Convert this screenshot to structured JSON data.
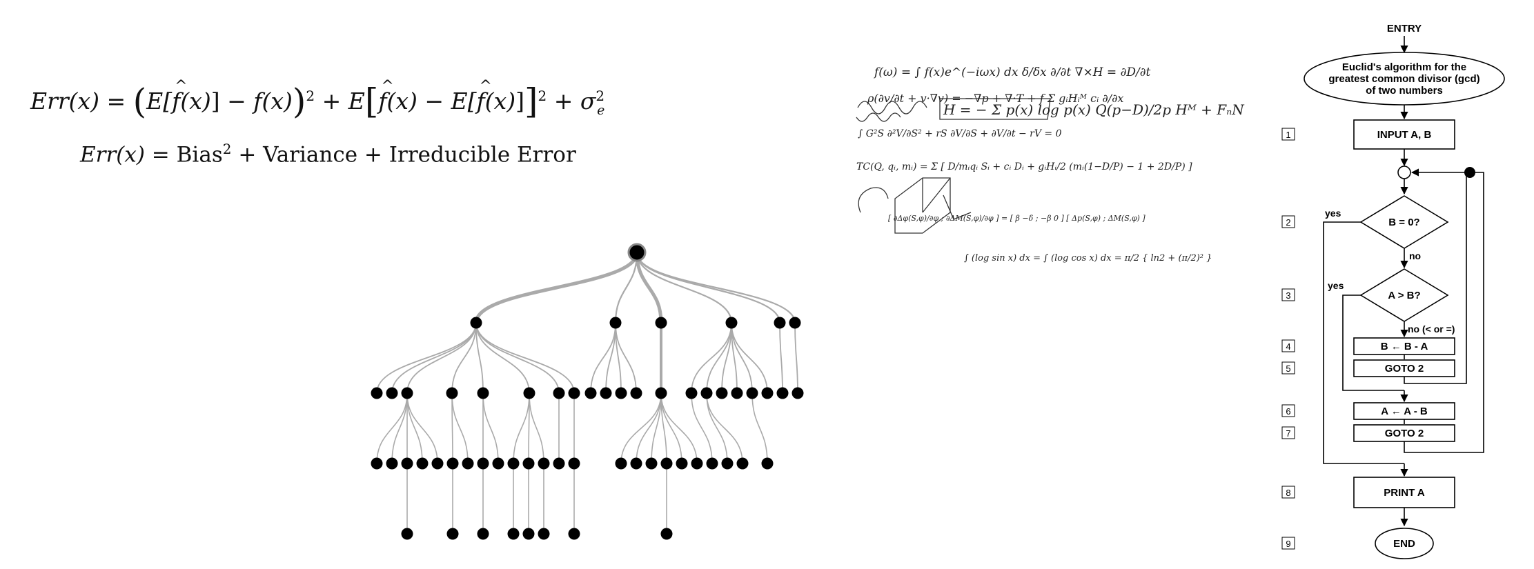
{
  "formulas": {
    "f1": {
      "lhs": "Err(x)",
      "eq": "=",
      "open": "(",
      "e1": "E[",
      "fhat": "f",
      "arg": "(x)",
      "close_b": "]",
      "minus_fx": " − f(x)",
      "close": ")",
      "sq": "2",
      "plus_e": " + E",
      "lb": "[",
      "inner_minus": " − E[",
      "inner_close": "]",
      "rb": "]",
      "sq2": "2",
      "plus_sigma": " + σ",
      "sigma_sub": "e",
      "sigma_sup": "2"
    },
    "f2": {
      "lhs": "Err(x)",
      "eq": " = ",
      "bias": "Bias",
      "bias_sup": "2",
      "plus1": " + ",
      "variance": "Variance",
      "plus2": " + ",
      "irreducible": "Irreducible Error"
    }
  },
  "board": {
    "lines": [
      "f(ω) = ∫ f(x)e^(−iωx) dx      δ/δx ∂/∂t      ∇×H = ∂D/∂t",
      "ρ(∂v/∂t + v·∇v) = −∇p + ∇·T + f      Σ gᵢHᵢᴹ cᵢ ∂/∂x",
      "H = − Σ p(x) log p(x)          Q(p−D)/2p    Hᴹ + FₙN",
      "∫ G²S ∂²V/∂S² + rS ∂V/∂S + ∂V/∂t − rV = 0",
      "TC(Q, qᵢ, mᵢ) = Σ [ D/mᵢqᵢ Sᵢ + cᵢ Dᵢ + gᵢHᵢ/2 (mᵢ(1−D/P) − 1 + 2D/P) ]",
      "[ ∂Δφ(S,φ)/∂φ ; ∂ΔM(S,φ)/∂φ ] = [ β −δ ; −β 0 ] [ Δp(S,φ) ; ΔM(S,φ) ]",
      "∫ (log sin x) dx = ∫ (log cos x) dx = π/2 { ln2 + (π/2)² }"
    ],
    "ink": "#222222"
  },
  "flowchart": {
    "entry": "ENTRY",
    "title_lines": [
      "Euclid's algorithm for the",
      "greatest common divisor (gcd)",
      "of two numbers"
    ],
    "step_input": "INPUT A, B",
    "decision_1": "B = 0?",
    "decision_2": "A > B?",
    "step_b_minus_a": "B ← B - A",
    "step_goto_a": "GOTO 2",
    "step_a_minus_b": "A ← A - B",
    "step_goto_b": "GOTO 2",
    "step_print": "PRINT A",
    "end": "END",
    "yes_1": "yes",
    "no_1": "no",
    "yes_2": "yes",
    "no_2": "no (< or =)",
    "line_numbers": [
      "1",
      "2",
      "3",
      "4",
      "5",
      "6",
      "7",
      "8",
      "9"
    ]
  }
}
